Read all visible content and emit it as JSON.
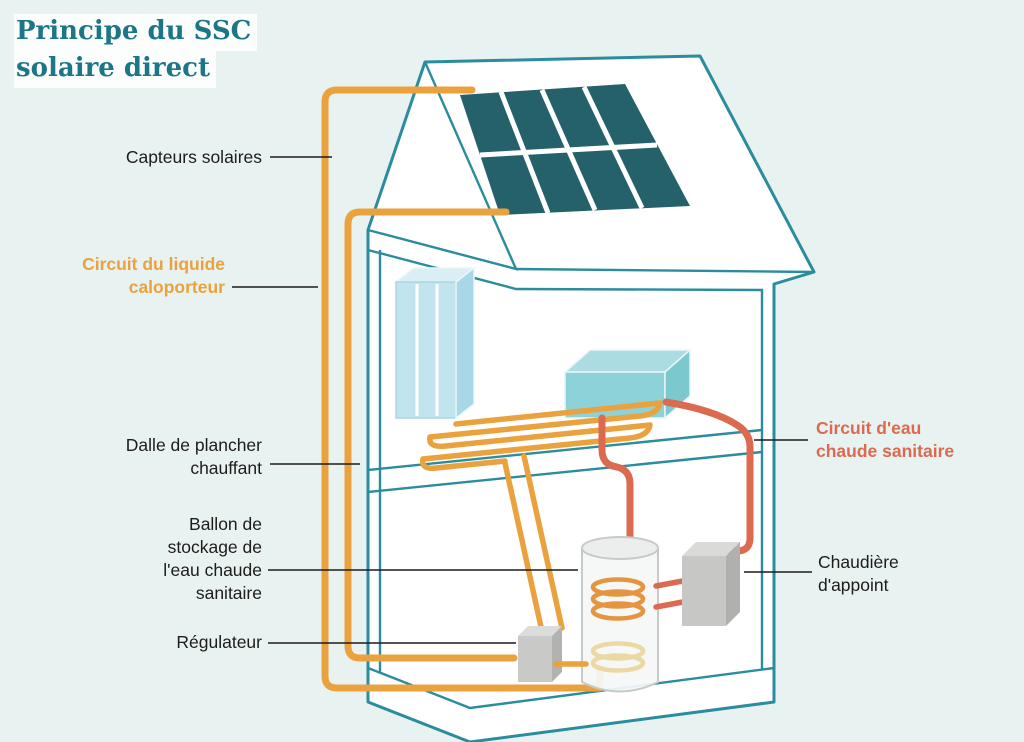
{
  "diagram": {
    "title": {
      "line1": "Principe du SSC",
      "line2": "solaire direct"
    },
    "labels": {
      "capteurs_solaires": "Capteurs solaires",
      "circuit_caloporteur": "Circuit du liquide\ncaloporteur",
      "dalle_plancher": "Dalle de plancher\nchauffant",
      "ballon_stockage": "Ballon de\nstockage de\nl'eau chaude\nsanitaire",
      "regulateur": "Régulateur",
      "circuit_ecs": "Circuit d'eau\nchaude sanitaire",
      "chaudiere_appoint": "Chaudière\nd'appoint"
    },
    "colors": {
      "background": "#e8f2f1",
      "house_outline": "#2b8c9e",
      "title_teal": "#1d7687",
      "caloporteur_orange": "#EAA23E",
      "ecs_red": "#DC6A50",
      "solar_panel": "#24616B",
      "shower_blue": "#c2e4ef",
      "unit_teal": "#8ed2d9",
      "equipment_gray": "#c7c7c5"
    }
  }
}
